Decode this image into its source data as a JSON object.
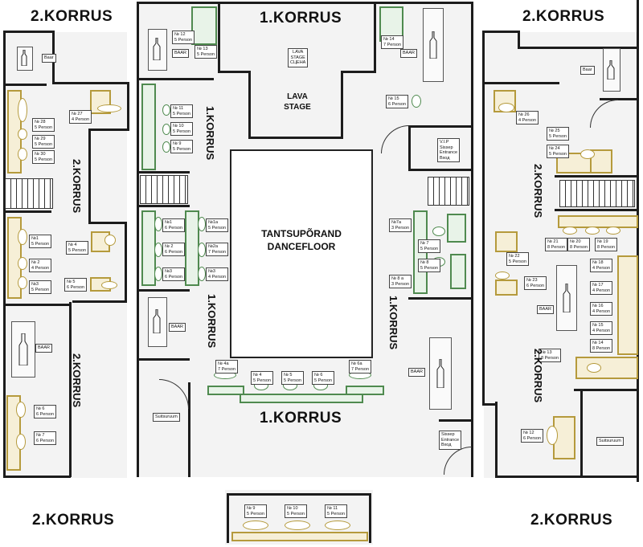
{
  "titles": {
    "left_top": "2.KORRUS",
    "center_top": "1.KORRUS",
    "right_top": "2.KORRUS",
    "left_bottom": "2.KORRUS",
    "center_bottom": "1.KORRUS",
    "right_bottom": "2.KORRUS",
    "center_left_vert_1": "1.KORRUS",
    "center_left_vert_2": "1.KORRUS",
    "center_right_vert": "1.KORRUS",
    "left_vert_1": "2.KORRUS",
    "left_vert_2": "2.KORRUS",
    "right_vert_1": "2.KORRUS",
    "right_vert_2": "2.KORRUS"
  },
  "stage": {
    "tag_lines": [
      "LAVA",
      "STAGE",
      "СЦЕНА"
    ],
    "label_line1": "LAVA",
    "label_line2": "STAGE"
  },
  "dancefloor": {
    "line1": "TANTSUPÕRAND",
    "line2": "DANCEFLOOR"
  },
  "labels": {
    "baar": "Baar",
    "baar_caps": "BAAR",
    "vip": [
      "V.I.P",
      "Sissep",
      "Entrance",
      "Вход"
    ],
    "entrance": [
      "Sissep",
      "Entrance",
      "Вход"
    ],
    "suitsuruum": "Suitsuruum"
  },
  "tables_left": [
    {
      "no": "№ 27",
      "p": "4 Person"
    },
    {
      "no": "№ 28",
      "p": "5 Person"
    },
    {
      "no": "№ 29",
      "p": "5 Person"
    },
    {
      "no": "№ 30",
      "p": "5 Person"
    },
    {
      "no": "№1",
      "p": "5 Person"
    },
    {
      "no": "№ 4",
      "p": "5 Person"
    },
    {
      "no": "№ 2",
      "p": "4 Person"
    },
    {
      "no": "№3",
      "p": "5 Person"
    },
    {
      "no": "№ 5",
      "p": "6 Person"
    },
    {
      "no": "№ 6",
      "p": "6 Person"
    },
    {
      "no": "№ 7",
      "p": "6 Person"
    }
  ],
  "tables_center": [
    {
      "no": "№ 12",
      "p": "5 Person"
    },
    {
      "no": "№ 13",
      "p": "5 Person"
    },
    {
      "no": "№ 11",
      "p": "5 Person"
    },
    {
      "no": "№ 10",
      "p": "5 Person"
    },
    {
      "no": "№ 9",
      "p": "5 Person"
    },
    {
      "no": "№1",
      "p": "6 Person"
    },
    {
      "no": "№1a",
      "p": "5 Person"
    },
    {
      "no": "№ 2",
      "p": "6 Person"
    },
    {
      "no": "№2a",
      "p": "7 Person"
    },
    {
      "no": "№3",
      "p": "6 Person"
    },
    {
      "no": "№3",
      "p": "4 Person"
    },
    {
      "no": "№ 14",
      "p": "7 Person"
    },
    {
      "no": "№ 15",
      "p": "6 Person"
    },
    {
      "no": "№7a",
      "p": "3 Person"
    },
    {
      "no": "№ 7",
      "p": "5 Person"
    },
    {
      "no": "№ 8",
      "p": "5 Person"
    },
    {
      "no": "№ 8 a",
      "p": "3 Person"
    },
    {
      "no": "№ 4a",
      "p": "7 Person"
    },
    {
      "no": "№ 4",
      "p": "5 Person"
    },
    {
      "no": "№ 5",
      "p": "5 Person"
    },
    {
      "no": "№ 6",
      "p": "5 Person"
    },
    {
      "no": "№ 6a",
      "p": "7 Person"
    }
  ],
  "tables_right": [
    {
      "no": "№ 26",
      "p": "4 Person"
    },
    {
      "no": "№ 25",
      "p": "5 Person"
    },
    {
      "no": "№ 24",
      "p": "5 Person"
    },
    {
      "no": "№ 21",
      "p": "8 Person"
    },
    {
      "no": "№ 20",
      "p": "8 Person"
    },
    {
      "no": "№ 19",
      "p": "8 Person"
    },
    {
      "no": "№ 22",
      "p": "5 Person"
    },
    {
      "no": "№ 18",
      "p": "4 Person"
    },
    {
      "no": "№ 23",
      "p": "6 Person"
    },
    {
      "no": "№ 17",
      "p": "4 Person"
    },
    {
      "no": "№ 16",
      "p": "4 Person"
    },
    {
      "no": "№ 15",
      "p": "4 Person"
    },
    {
      "no": "№ 14",
      "p": "8 Person"
    },
    {
      "no": "№ 13",
      "p": "8 Person"
    },
    {
      "no": "№ 12",
      "p": "6 Person"
    }
  ],
  "tables_bottom": [
    {
      "no": "№ 9",
      "p": "5 Person"
    },
    {
      "no": "№ 10",
      "p": "5 Person"
    },
    {
      "no": "№ 11",
      "p": "5 Person"
    }
  ]
}
